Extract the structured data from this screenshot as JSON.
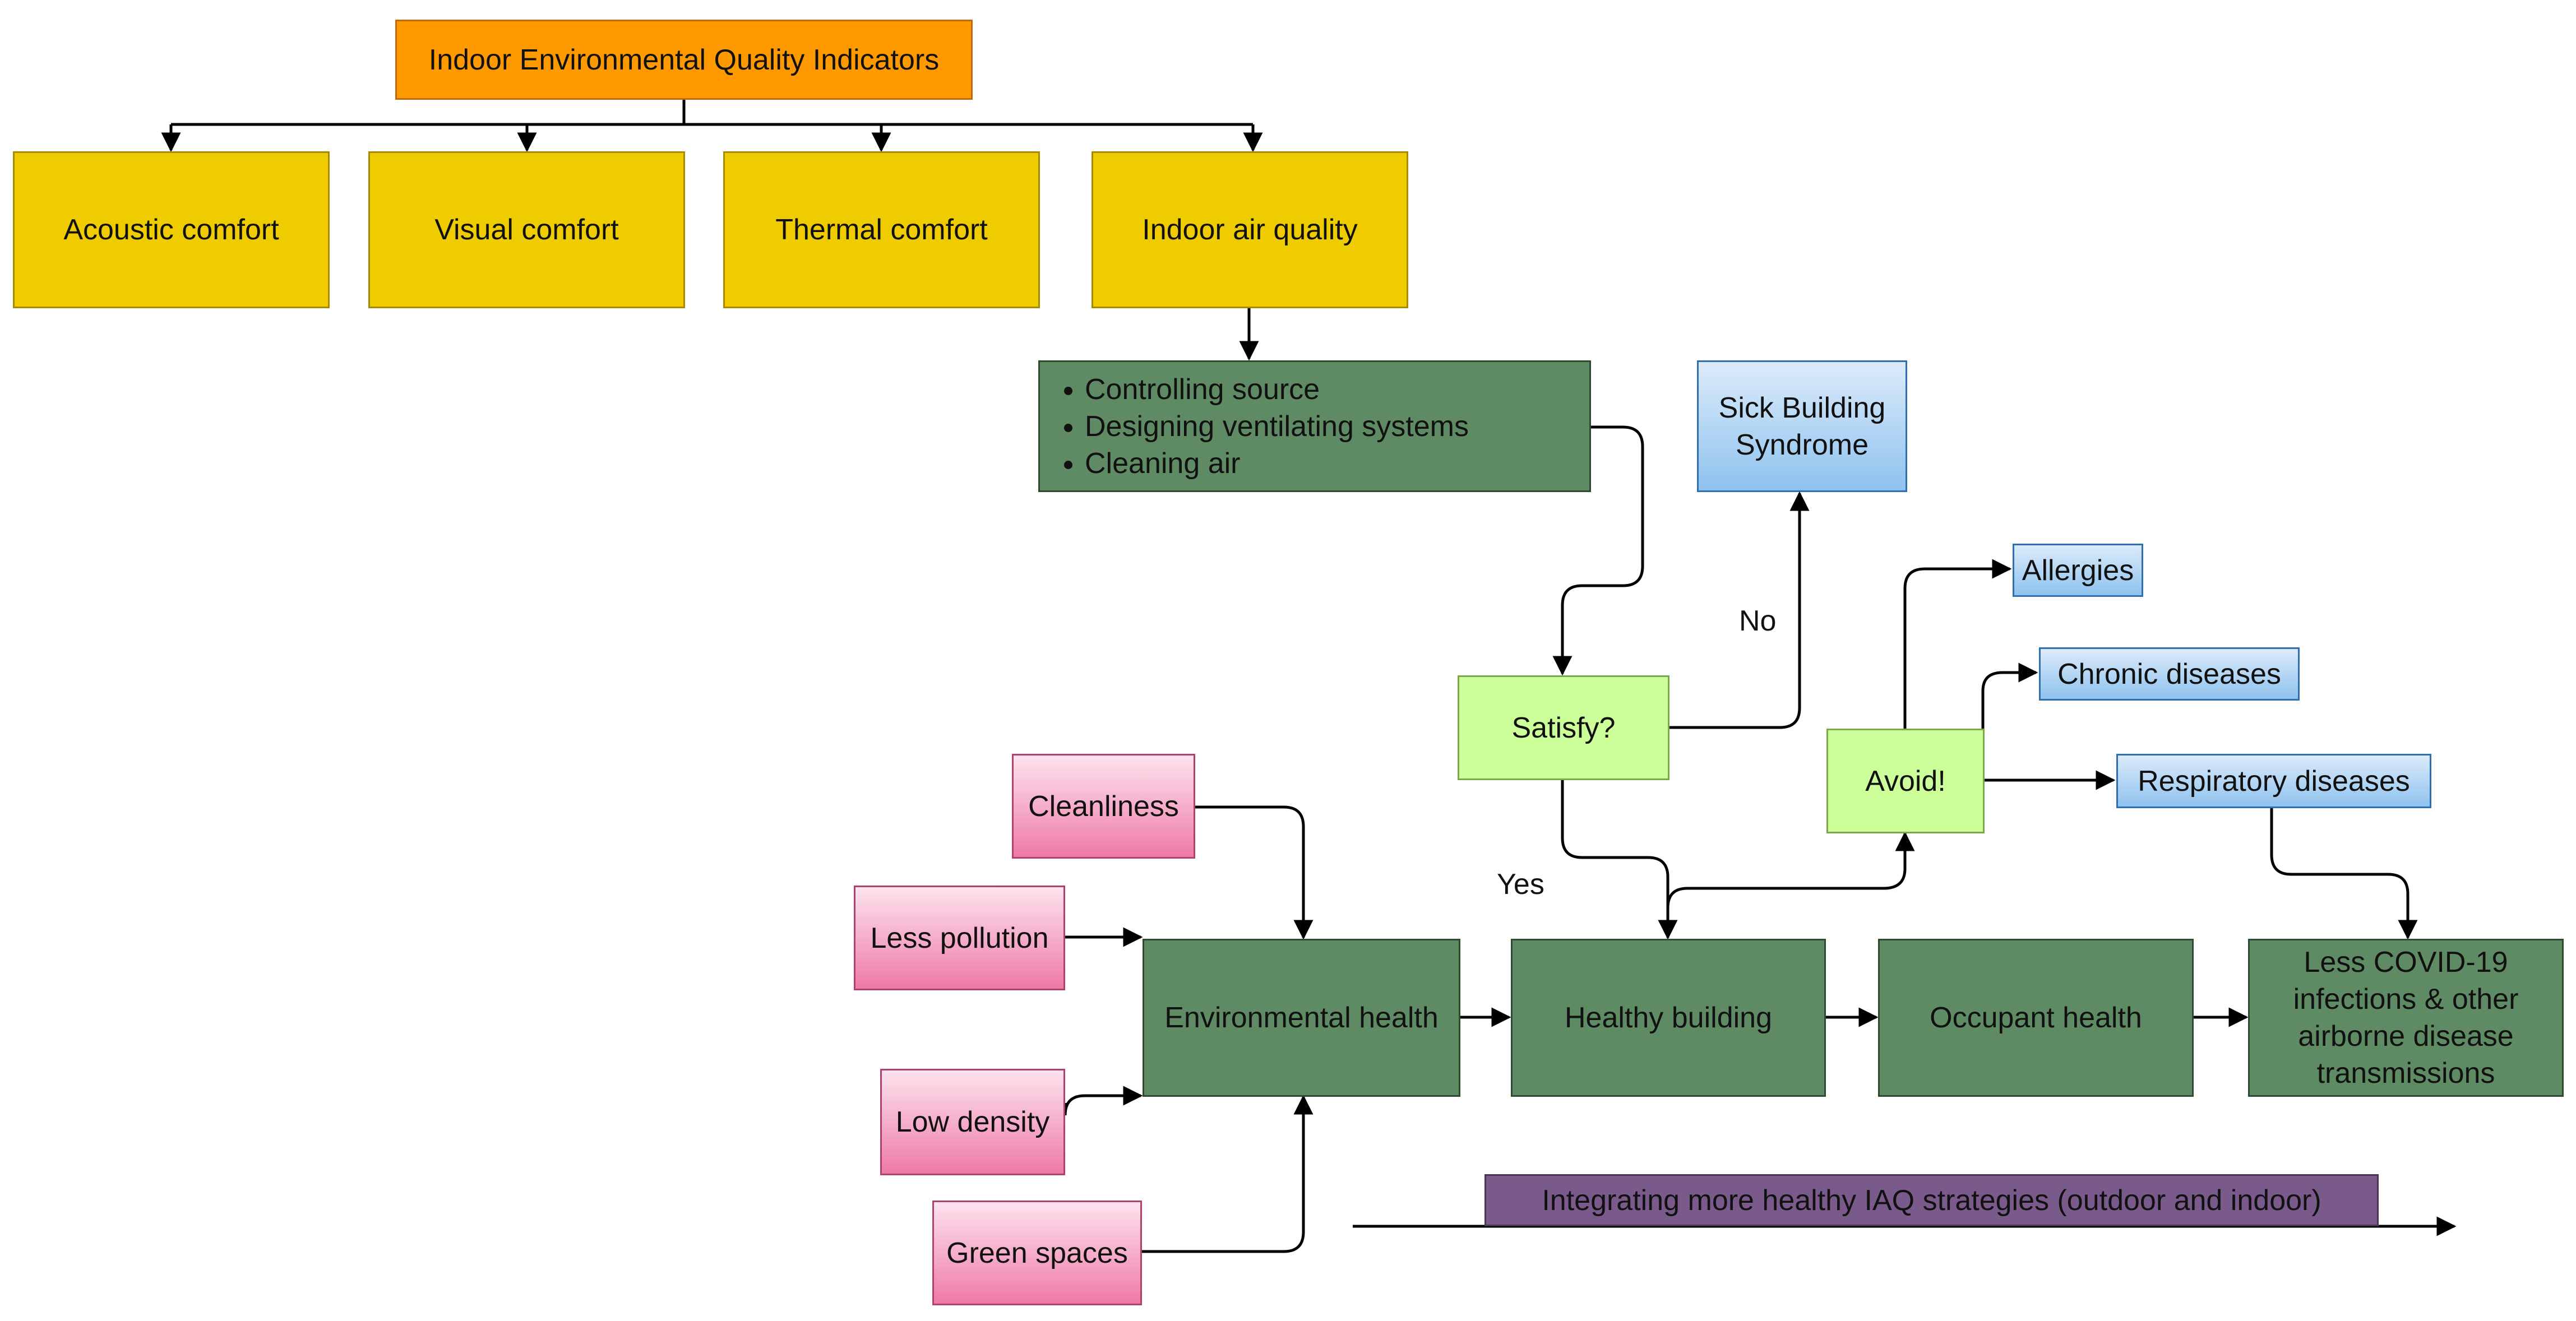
{
  "nodes": {
    "ieq_indicators": "Indoor Environmental Quality Indicators",
    "acoustic_comfort": "Acoustic comfort",
    "visual_comfort": "Visual comfort",
    "thermal_comfort": "Thermal comfort",
    "indoor_air_quality": "Indoor air quality",
    "strategies": [
      "Controlling source",
      "Designing ventilating systems",
      "Cleaning air"
    ],
    "sick_building_syndrome": "Sick Building\nSyndrome",
    "satisfy": "Satisfy?",
    "avoid": "Avoid!",
    "allergies": "Allergies",
    "chronic_diseases": "Chronic diseases",
    "respiratory_diseases": "Respiratory diseases",
    "cleanliness": "Cleanliness",
    "less_pollution": "Less pollution",
    "low_density": "Low density",
    "green_spaces": "Green spaces",
    "environmental_health": "Environmental health",
    "healthy_building": "Healthy building",
    "occupant_health": "Occupant health",
    "less_covid": "Less COVID-19\ninfections & other\nairborne disease\ntransmissions",
    "integrating": "Integrating more healthy IAQ strategies (outdoor and indoor)"
  },
  "edge_labels": {
    "no": "No",
    "yes": "Yes"
  },
  "colors": {
    "orange": "#ff9900",
    "yellow": "#eecc00",
    "green": "#5e8b63",
    "blue": "#8ec2ee",
    "lime": "#ccff99",
    "pink": "#ee7aa6",
    "purple": "#7a5a8a",
    "line": "#000000"
  }
}
